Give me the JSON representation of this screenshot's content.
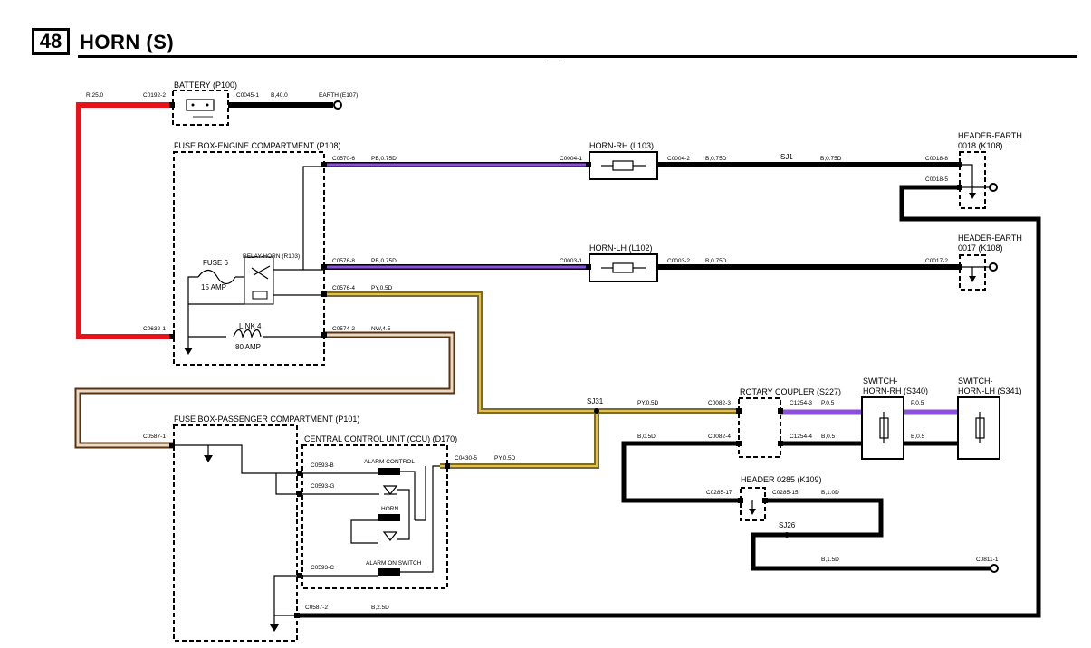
{
  "header": {
    "page_number": "48",
    "title": "HORN (S)"
  },
  "labels": {
    "battery": "BATTERY (P100)",
    "fuse_box_engine": "FUSE BOX-ENGINE COMPARTMENT (P108)",
    "fuse_box_passenger": "FUSE BOX-PASSENGER COMPARTMENT (P101)",
    "ccu": "CENTRAL CONTROL UNIT (CCU) (D170)",
    "horn_rh": "HORN-RH (L103)",
    "horn_lh": "HORN-LH (L102)",
    "header_earth_18_a": "HEADER-EARTH",
    "header_earth_18_b": "0018 (K108)",
    "header_earth_17_a": "HEADER-EARTH",
    "header_earth_17_b": "0017 (K108)",
    "rotary_coupler": "ROTARY COUPLER (S227)",
    "switch_rh_a": "SWITCH-",
    "switch_rh_b": "HORN-RH (S340)",
    "switch_lh_a": "SWITCH-",
    "switch_lh_b": "HORN-LH (S341)",
    "header_0285": "HEADER 0285 (K109)",
    "fuse6": "FUSE 6",
    "fuse6_amp": "15 AMP",
    "relay": "RELAY-HORN (R103)",
    "link4": "LINK 4",
    "link4_amp": "80 AMP",
    "alarm_control": "ALARM CONTROL",
    "horn": "HORN",
    "alarm_on_switch": "ALARM ON SWITCH",
    "earth_e107": "EARTH (E107)",
    "sj1": "SJ1",
    "sj31": "SJ31",
    "sj26": "SJ26"
  },
  "connectors": {
    "c0192_2": "C0192-2",
    "c0045_1": "C0045-1",
    "c0570_6": "C0570-6",
    "c0576_8": "C0576-8",
    "c0576_4": "C0576-4",
    "c0574_2": "C0574-2",
    "c0632_1": "C0632-1",
    "c0004_1": "C0004-1",
    "c0004_2": "C0004-2",
    "c0003_1": "C0003-1",
    "c0003_2": "C0003-2",
    "c0018_8": "C0018-8",
    "c0018_5": "C0018-5",
    "c0017_2": "C0017-2",
    "c0587_1": "C0587-1",
    "c0587_2": "C0587-2",
    "c0593_b": "C0593-B",
    "c0593_g": "C0593-G",
    "c0593_c": "C0593-C",
    "c0430_5": "C0430-5",
    "c0082_3": "C0082-3",
    "c0082_4": "C0082-4",
    "c1254_3": "C1254-3",
    "c1254_4": "C1254-4",
    "c0285_17": "C0285-17",
    "c0285_15": "C0285-15",
    "c0811_1": "C0811-1"
  },
  "wires": {
    "r25": "R,25.0",
    "b40": "B,40.0",
    "pb075_a": "PB,0.75D",
    "pb075_b": "PB,0.75D",
    "py05d_a": "PY,0.5D",
    "nw45": "NW,4.5",
    "b075_a": "B,0.75D",
    "b075_b": "B,0.75D",
    "b075_c": "B,0.75D",
    "py05d_b": "PY,0.5D",
    "py05d_c": "PY,0.5D",
    "p05_a": "P,0.5",
    "p05_b": "P,0.5",
    "b05d": "B,0.5D",
    "b05_a": "B,0.5",
    "b05_b": "B,0.5",
    "b10d": "B,1.0D",
    "b15d": "B,1.5D",
    "b25d": "B,2.5D"
  },
  "colors": {
    "red": "#e8131a",
    "purple": "#8c4fe0",
    "pink_yellow": "#e8c23a",
    "brown": "#7a4a1e",
    "black": "#000000"
  }
}
